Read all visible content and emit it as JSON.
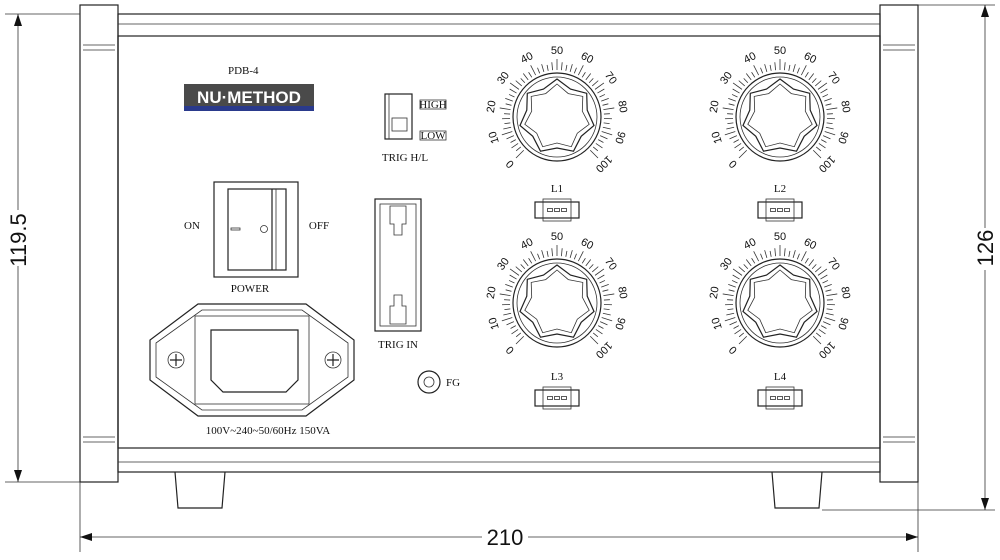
{
  "panel": {
    "model": "PDB-4",
    "brand": "NU·METHOD",
    "brand_colors": {
      "bar": "#4a4a4a",
      "stripe": "#2a3a8c"
    },
    "trig_hl": {
      "label": "TRIG H/L",
      "high": "HIGH",
      "low": "LOW"
    },
    "power": {
      "label": "POWER",
      "on": "ON",
      "off": "OFF"
    },
    "trig_in": {
      "label": "TRIG IN"
    },
    "fg": {
      "label": "FG"
    },
    "inlet_rating": "100V~240~50/60Hz 150VA",
    "dial_scale": [
      "0",
      "10",
      "20",
      "30",
      "40",
      "50",
      "60",
      "70",
      "80",
      "90",
      "100"
    ],
    "channels": [
      {
        "label": "L1"
      },
      {
        "label": "L2"
      },
      {
        "label": "L3"
      },
      {
        "label": "L4"
      }
    ]
  },
  "dimensions": {
    "width": "210",
    "height_body": "119.5",
    "height_total": "126"
  }
}
